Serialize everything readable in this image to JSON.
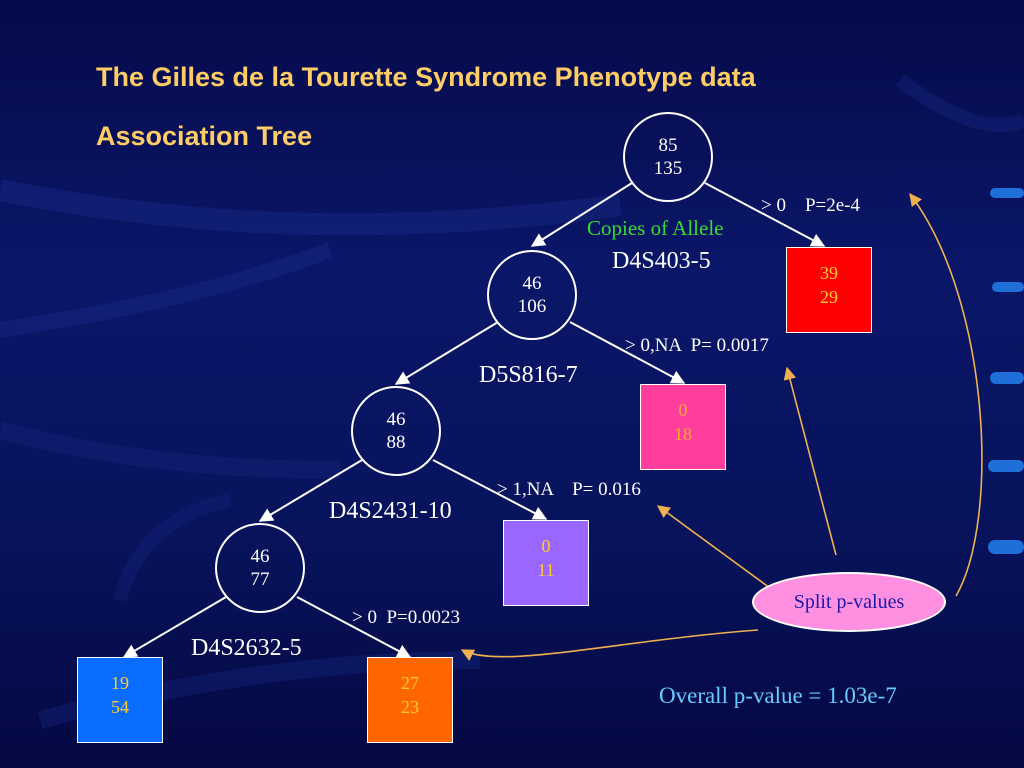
{
  "slide": {
    "title_line1": "The Gilles de la Tourette Syndrome Phenotype data",
    "title_line2": "Association Tree",
    "colors": {
      "background": "#0a1668",
      "title": "#ffcc66",
      "copies_label": "#33dd33",
      "overall": "#66ccff",
      "callout_fill": "#ff8fe0",
      "callout_text": "#1a1aa8",
      "callout_arrows": "#f0b050"
    }
  },
  "tree": {
    "nodes": {
      "root": {
        "top": "85",
        "bottom": "135"
      },
      "n1": {
        "top": "46",
        "bottom": "106"
      },
      "n2": {
        "top": "46",
        "bottom": "88"
      },
      "n3": {
        "top": "46",
        "bottom": "77"
      }
    },
    "leaves": {
      "l_root": {
        "top": "39",
        "bottom": "29",
        "fill": "#ff0000",
        "text": "#ffcc33"
      },
      "l_n1": {
        "top": "0",
        "bottom": "18",
        "fill": "#ff3d9c",
        "text": "#ffaa33"
      },
      "l_n2": {
        "top": "0",
        "bottom": "11",
        "fill": "#9966ff",
        "text": "#ffcc33"
      },
      "l_left": {
        "top": "19",
        "bottom": "54",
        "fill": "#0a6dff",
        "text": "#ffcc33"
      },
      "l_right": {
        "top": "27",
        "bottom": "23",
        "fill": "#ff6600",
        "text": "#ffcc33"
      }
    },
    "markers": {
      "m1": "D4S403-5",
      "m2": "D5S816-7",
      "m3": "D4S2431-10",
      "m4": "D4S2632-5"
    },
    "copies_of_allele": "Copies of Allele",
    "splits": {
      "s1": "> 0    P=2e-4",
      "s2": "> 0,NA  P= 0.0017",
      "s3": "> 1,NA    P= 0.016",
      "s4": "> 0  P=0.0023"
    }
  },
  "callout": {
    "label": "Split p-values"
  },
  "overall": "Overall p-value = 1.03e-7"
}
